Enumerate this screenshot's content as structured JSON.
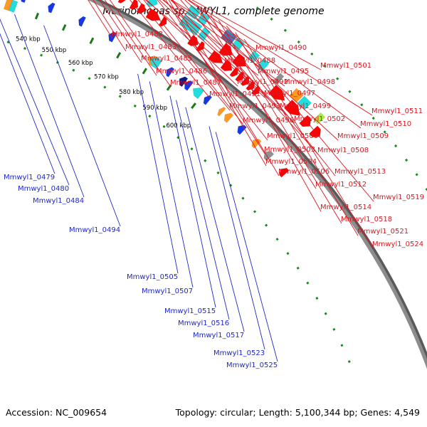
{
  "title": "Marinomonas sp. MWYL1, complete genome",
  "accession": "Accession: NC_009654",
  "summary": "Topology: circular; Length: 5,100,344 bp; Genes: 4,549",
  "colors": {
    "backbone": "#8c8c8c",
    "forward_label": "#e0141e",
    "reverse_label": "#1e28c8",
    "tick": "#1a8c1a",
    "cds": "#ff0000",
    "lime": "#aaee44",
    "cyan": "#22dddd",
    "blue": "#1438e8",
    "gray": "#909090",
    "orange": "#ff9922",
    "olive": "#7a8c1a",
    "navy": "#0a1a80",
    "steel": "#4a78b0"
  },
  "kbp_labels": [
    "540 kbp",
    "550 kbp",
    "560 kbp",
    "570 kbp",
    "580 kbp",
    "590 kbp",
    "600 kbp"
  ],
  "forward_genes": [
    "Mmwyl1_0482",
    "Mmwyl1_0483",
    "Mmwyl1_0485",
    "Mmwyl1_0486",
    "Mmwyl1_0487",
    "Mmwyl1_0488",
    "Mmwyl1_0490",
    "Mmwyl1_0491",
    "Mmwyl1_0492",
    "Mmwyl1_0493",
    "Mmwyl1_0495",
    "Mmwyl1_0496",
    "Mmwyl1_0497",
    "Mmwyl1_0498",
    "Mmwyl1_0499",
    "Mmwyl1_0500",
    "Mmwyl1_0501",
    "Mmwyl1_0502",
    "Mmwyl1_0503",
    "Mmwyl1_0504",
    "Mmwyl1_0506",
    "Mmwyl1_0508",
    "Mmwyl1_0509",
    "Mmwyl1_0510",
    "Mmwyl1_0511",
    "Mmwyl1_0512",
    "Mmwyl1_0513",
    "Mmwyl1_0514",
    "Mmwyl1_0518",
    "Mmwyl1_0519",
    "Mmwyl1_0521",
    "Mmwyl1_0524"
  ],
  "reverse_genes": [
    "Mmwyl1_0479",
    "Mmwyl1_0480",
    "Mmwyl1_0484",
    "Mmwyl1_0494",
    "Mmwyl1_0505",
    "Mmwyl1_0507",
    "Mmwyl1_0515",
    "Mmwyl1_0516",
    "Mmwyl1_0517",
    "Mmwyl1_0523",
    "Mmwyl1_0525"
  ]
}
